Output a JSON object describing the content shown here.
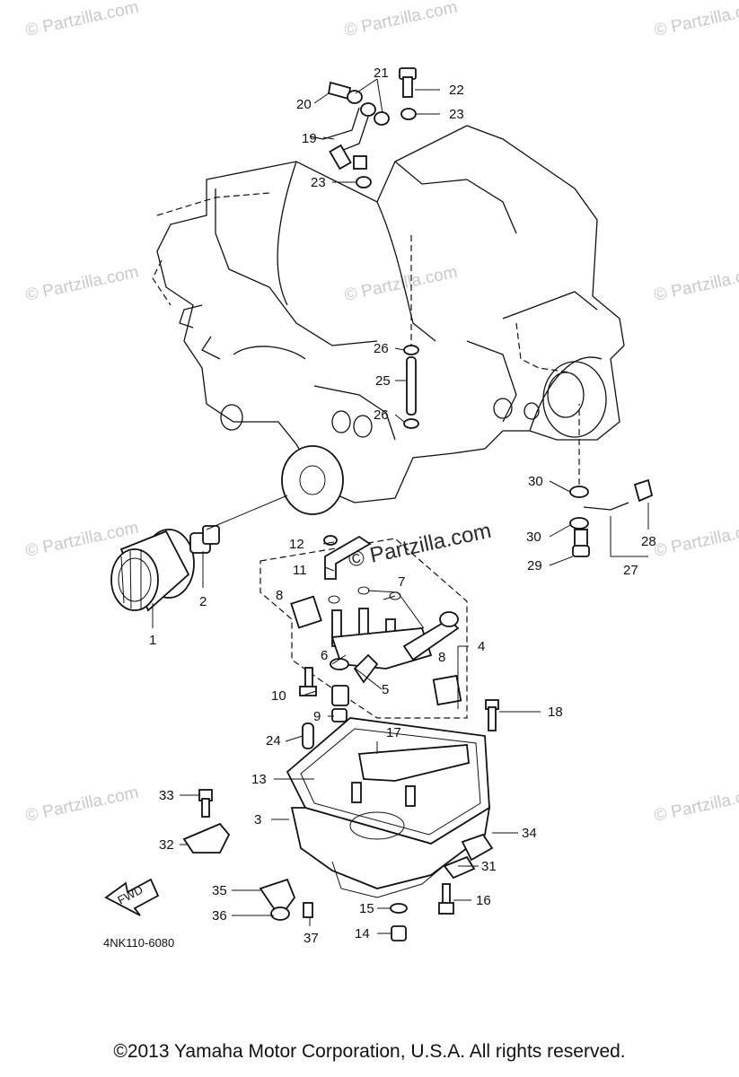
{
  "diagram": {
    "callouts": [
      {
        "n": "1"
      },
      {
        "n": "2"
      },
      {
        "n": "3"
      },
      {
        "n": "4"
      },
      {
        "n": "5"
      },
      {
        "n": "6"
      },
      {
        "n": "7"
      },
      {
        "n": "8"
      },
      {
        "n": "8"
      },
      {
        "n": "9"
      },
      {
        "n": "10"
      },
      {
        "n": "11"
      },
      {
        "n": "12"
      },
      {
        "n": "13"
      },
      {
        "n": "14"
      },
      {
        "n": "15"
      },
      {
        "n": "16"
      },
      {
        "n": "17"
      },
      {
        "n": "18"
      },
      {
        "n": "19"
      },
      {
        "n": "20"
      },
      {
        "n": "21"
      },
      {
        "n": "22"
      },
      {
        "n": "23"
      },
      {
        "n": "23"
      },
      {
        "n": "24"
      },
      {
        "n": "25"
      },
      {
        "n": "26"
      },
      {
        "n": "26"
      },
      {
        "n": "27"
      },
      {
        "n": "28"
      },
      {
        "n": "29"
      },
      {
        "n": "30"
      },
      {
        "n": "30"
      },
      {
        "n": "31"
      },
      {
        "n": "32"
      },
      {
        "n": "33"
      },
      {
        "n": "34"
      },
      {
        "n": "35"
      },
      {
        "n": "36"
      },
      {
        "n": "37"
      }
    ],
    "watermark_text": "© Partzilla.com",
    "center_watermark": "© Partzilla.com",
    "fwd_label": "FWD",
    "diagram_code": "4NK110-6080"
  },
  "footer": {
    "copyright": "©2013  Yamaha Motor Corporation, U.S.A. All rights reserved."
  }
}
